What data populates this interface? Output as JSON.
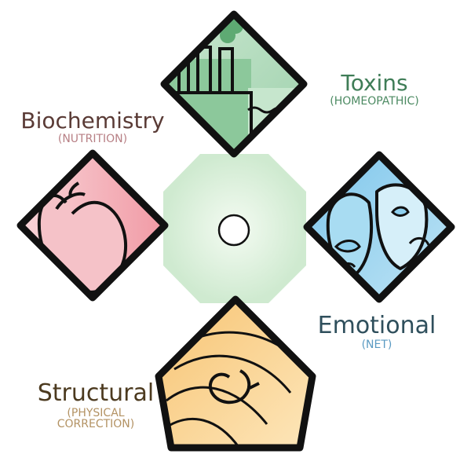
{
  "diagram": {
    "quadrants": {
      "toxins": {
        "title": "Toxins",
        "subtitle": "(HOMEOPATHIC)"
      },
      "biochemistry": {
        "title": "Biochemistry",
        "subtitle": "(NUTRITION)"
      },
      "emotional": {
        "title": "Emotional",
        "subtitle": "(NET)"
      },
      "structural": {
        "title": "Structural",
        "subtitle_line1": "(PHYSICAL",
        "subtitle_line2": "CORRECTION)"
      }
    }
  },
  "colors": {
    "toxins_fill": "#a9d6b5",
    "toxins_dark": "#7fbd8f",
    "biochemistry_fill": "#f3aab3",
    "biochemistry_light": "#f7cfd4",
    "emotional_fill": "#8fd0ef",
    "emotional_light": "#c6e8f6",
    "structural_fill": "#f8c97a",
    "structural_light": "#fde3b3",
    "center_fill": "#d9f1d8",
    "outline": "#111111"
  }
}
